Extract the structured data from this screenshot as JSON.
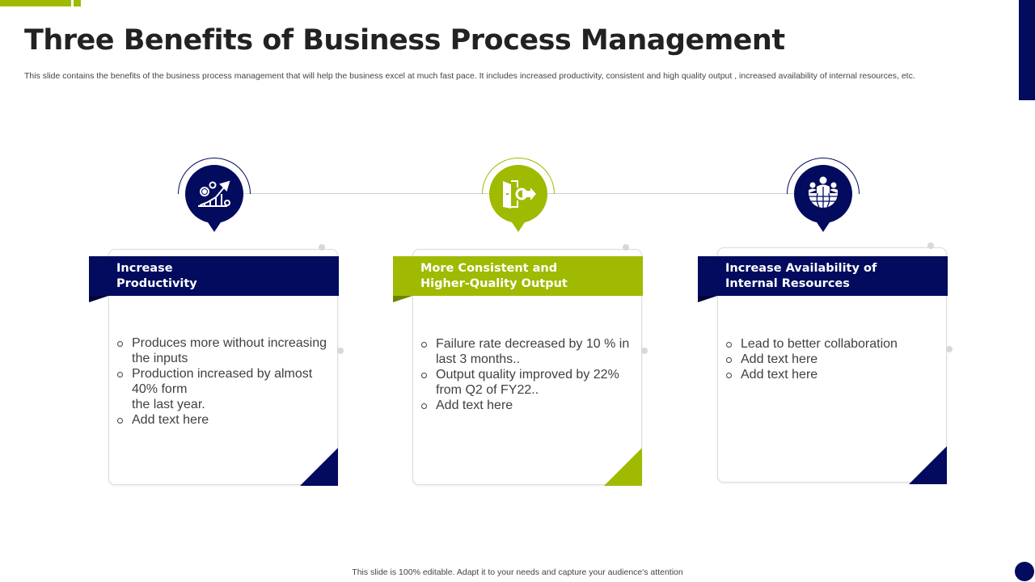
{
  "slide": {
    "title": "Three Benefits of Business Process Management",
    "subtitle": "This slide contains the benefits of the business process management that will help the business excel at much fast pace. It includes increased productivity, consistent and high quality output , increased availability of internal resources, etc.",
    "footer": "This slide is 100% editable.  Adapt it to your needs and capture your audience's attention"
  },
  "colors": {
    "navy": "#020b5e",
    "green": "#9fba00",
    "green_dark": "#6d8200",
    "navy_dark": "#01063a"
  },
  "cards": [
    {
      "icon": "growth-chart-gears-icon",
      "title_line1": "Increase",
      "title_line2": "Productivity",
      "color": "navy",
      "bullets": [
        "Produces more without increasing the inputs",
        "Production increased by almost 40% form",
        "the last year.",
        "Add text here"
      ]
    },
    {
      "icon": "door-exit-gear-icon",
      "title_line1": "More Consistent  and",
      "title_line2": "Higher-Quality Output",
      "color": "green",
      "bullets": [
        "Failure rate decreased by 10 % in last 3 months..",
        "Output quality improved by 22% from Q2 of FY22..",
        "Add text here"
      ]
    },
    {
      "icon": "team-globe-icon",
      "title_line1": "Increase Availability of",
      "title_line2": "Internal Resources",
      "color": "navy",
      "bullets": [
        "Lead to better collaboration",
        "Add text here",
        "Add text here"
      ]
    }
  ]
}
